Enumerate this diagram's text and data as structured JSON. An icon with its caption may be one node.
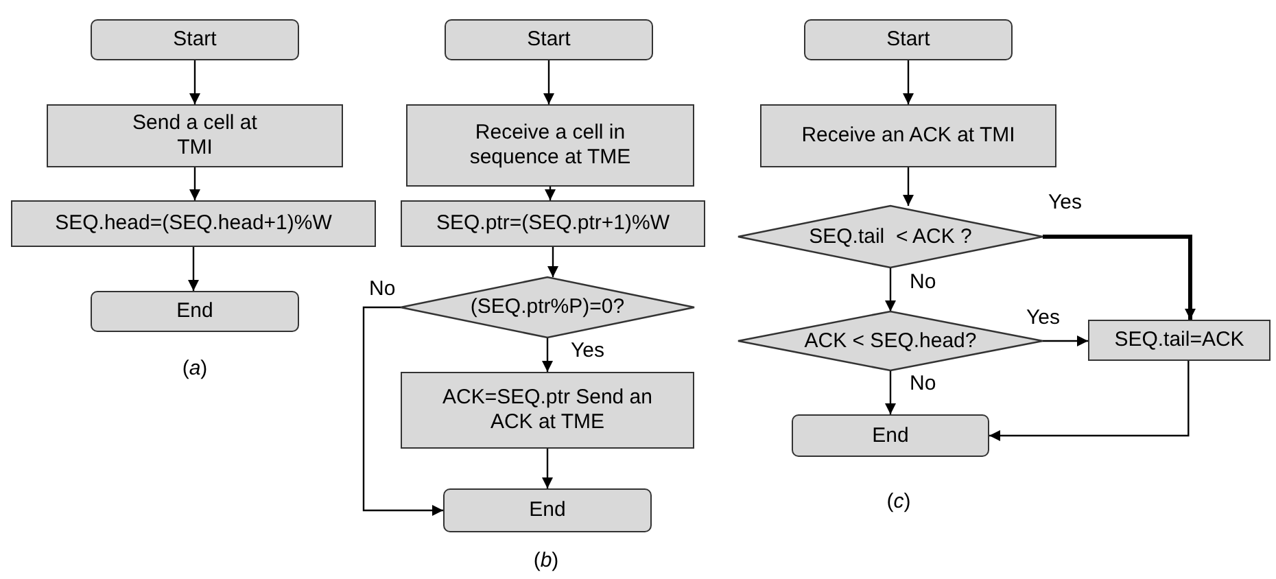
{
  "diagram": {
    "nodes": [
      {
        "text": [
          "Start"
        ]
      },
      {
        "text": [
          "Send a cell at TMI"
        ]
      },
      {
        "text": [
          "SEQ.head=(SEQ.head+1)%W"
        ]
      },
      {
        "text": [
          "End"
        ]
      },
      {
        "text": [
          "Start"
        ]
      },
      {
        "text": [
          "Receive a cell in sequence at TME"
        ]
      },
      {
        "text": [
          "SEQ.ptr=(SEQ.ptr+1)%W"
        ]
      },
      {
        "text": [
          "(SEQ.ptr%P)=0?"
        ]
      },
      {
        "text": [
          "ACK=SEQ.ptr Send an ACK at TME"
        ]
      },
      {
        "text": [
          "End"
        ]
      },
      {
        "text": [
          "Start"
        ]
      },
      {
        "text": [
          "Receive an ACK at TMI"
        ]
      },
      {
        "text": [
          "SEQ.tail  < ACK ?"
        ]
      },
      {
        "text": [
          "ACK < SEQ.head?"
        ]
      },
      {
        "text": [
          "SEQ.tail=ACK"
        ]
      },
      {
        "text": [
          "End"
        ]
      }
    ],
    "edges": [
      {
        "from": 0,
        "to": 1,
        "arrow": "to"
      },
      {
        "from": 1,
        "to": 2,
        "arrow": "to"
      },
      {
        "from": 2,
        "to": 3,
        "arrow": "to"
      },
      {
        "from": 4,
        "to": 5,
        "arrow": "to"
      },
      {
        "from": 5,
        "to": 6,
        "arrow": "to"
      },
      {
        "from": 6,
        "to": 7,
        "arrow": "to"
      },
      {
        "from": 7,
        "to": 8,
        "arrow": "to",
        "label": "Yes"
      },
      {
        "from": 8,
        "to": 9,
        "arrow": "to"
      },
      {
        "from": 7,
        "to": 9,
        "arrow": "to",
        "label": "No"
      },
      {
        "from": 10,
        "to": 11,
        "arrow": "to"
      },
      {
        "from": 11,
        "to": 12,
        "arrow": "to"
      },
      {
        "from": 12,
        "to": 13,
        "arrow": "to",
        "label": "No"
      },
      {
        "from": 12,
        "to": 14,
        "arrow": "to",
        "label": "Yes",
        "style": "thick"
      },
      {
        "from": 13,
        "to": 14,
        "arrow": "to",
        "label": "Yes"
      },
      {
        "from": 13,
        "to": 15,
        "arrow": "to",
        "label": "No"
      },
      {
        "from": 14,
        "to": 15,
        "arrow": "to"
      }
    ],
    "labels": [
      "(*a*)",
      "(*b*)",
      "(*c*)"
    ]
  }
}
